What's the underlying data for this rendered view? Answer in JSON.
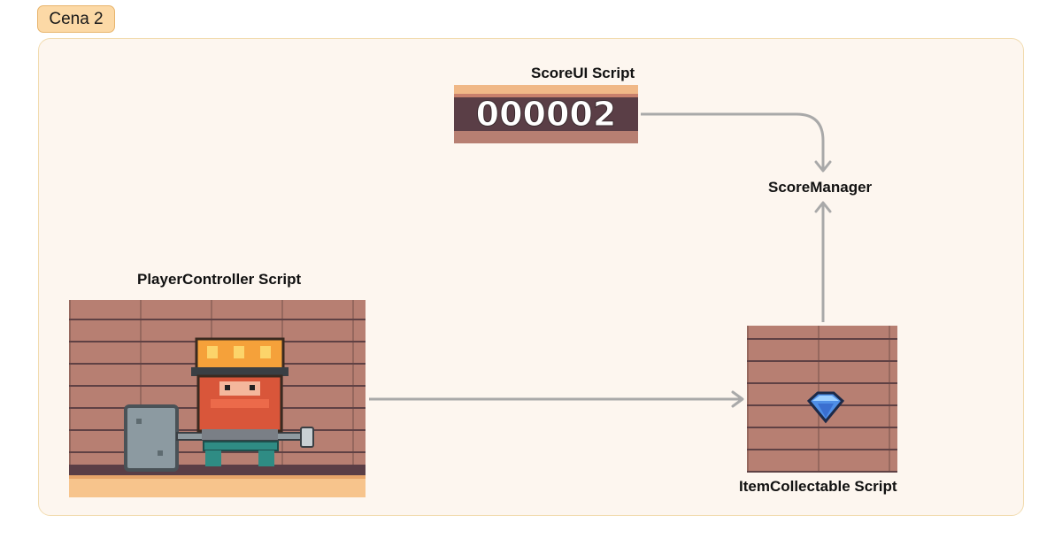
{
  "scene_tag": "Cena 2",
  "nodes": {
    "score_ui": {
      "label": "ScoreUI Script",
      "score_text": "000002"
    },
    "score_manager": {
      "label": "ScoreManager"
    },
    "player": {
      "label": "PlayerController Script"
    },
    "item": {
      "label": "ItemCollectable Script"
    }
  },
  "edges": [
    {
      "from": "score_ui",
      "to": "score_manager"
    },
    {
      "from": "player",
      "to": "item"
    },
    {
      "from": "item",
      "to": "score_manager"
    }
  ],
  "colors": {
    "tag_bg": "#fcd9a6",
    "frame_bg": "#fdf6ef",
    "arrow": "#a9a9a9",
    "brick": "#b77f72",
    "gem": "#4f8fe6"
  }
}
